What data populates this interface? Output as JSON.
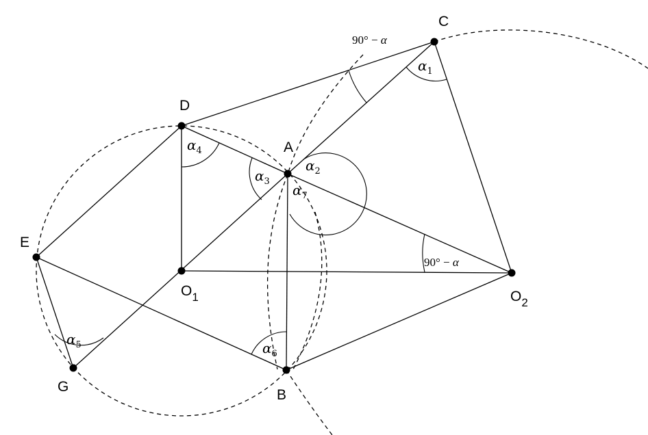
{
  "points": {
    "A": "A",
    "B": "B",
    "C": "C",
    "D": "D",
    "E": "E",
    "G": "G",
    "O1": {
      "main": "O",
      "sub": "1"
    },
    "O2": {
      "main": "O",
      "sub": "2"
    }
  },
  "angles": {
    "alpha1": {
      "sym": "α",
      "sub": "1"
    },
    "alpha2": {
      "sym": "α",
      "sub": "2"
    },
    "alpha3": {
      "sym": "α",
      "sub": "3"
    },
    "alpha4": {
      "sym": "α",
      "sub": "4"
    },
    "alpha5": {
      "sym": "α",
      "sub": "5"
    },
    "alpha6": {
      "sym": "α",
      "sub": "6"
    },
    "alpha7": {
      "sym": "α",
      "sub": "7"
    }
  },
  "right_complement_top": {
    "text": "90° − ",
    "sym": "α"
  },
  "right_complement_o2": {
    "text": "90° − ",
    "sym": "α"
  }
}
